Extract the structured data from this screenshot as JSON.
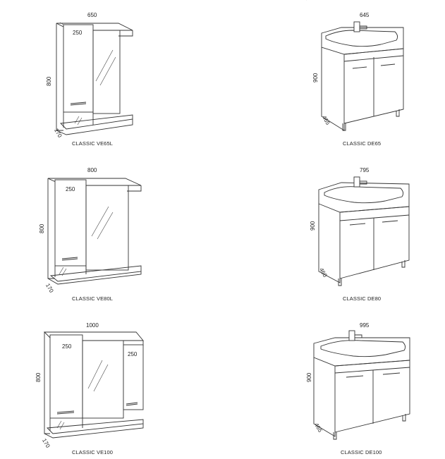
{
  "units": [
    {
      "caption": "CLASSIC VE65L",
      "width": "650",
      "height": "800",
      "depth": "170",
      "door": "250"
    },
    {
      "caption": "CLASSIC DE65",
      "width": "645",
      "height": "900",
      "depth": "465"
    },
    {
      "caption": "CLASSIC VE80L",
      "width": "800",
      "height": "800",
      "depth": "170",
      "door": "250"
    },
    {
      "caption": "CLASSIC DE80",
      "width": "795",
      "height": "900",
      "depth": "460"
    },
    {
      "caption": "CLASSIC VE100",
      "width": "1000",
      "height": "800",
      "depth": "170",
      "door": "250",
      "door2": "250"
    },
    {
      "caption": "CLASSIC DE100",
      "width": "995",
      "height": "900",
      "depth": "465"
    }
  ],
  "top_mark": "'"
}
